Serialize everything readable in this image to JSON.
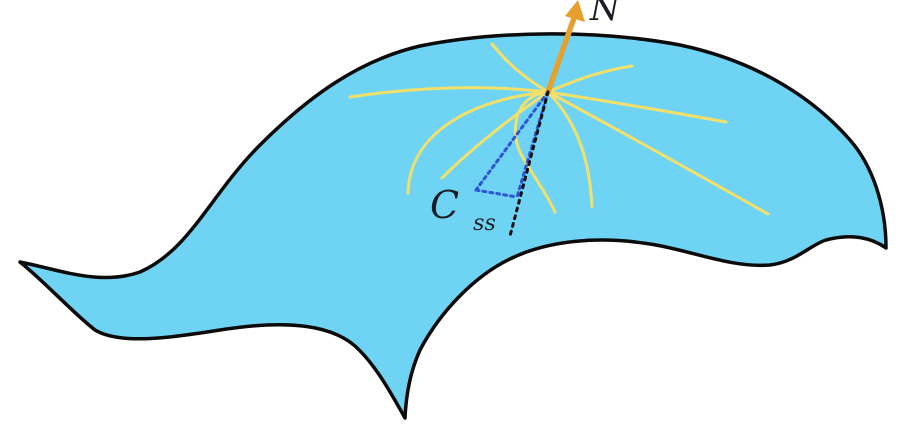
{
  "diagram": {
    "normal_label": "N",
    "curvature_label": {
      "main": "C",
      "subscript": "ss"
    },
    "colors": {
      "background": "#ffffff",
      "surface_fill": "#6fd4f3",
      "surface_stroke": "#0b0b0b",
      "geodesic_lines": "#f2e06a",
      "normal_arrow": "#e7a02e",
      "curvature_triangle": "#2f55d4",
      "normal_projection": "#111111"
    },
    "icons": {
      "normal_vector": "arrow-up-icon"
    }
  }
}
